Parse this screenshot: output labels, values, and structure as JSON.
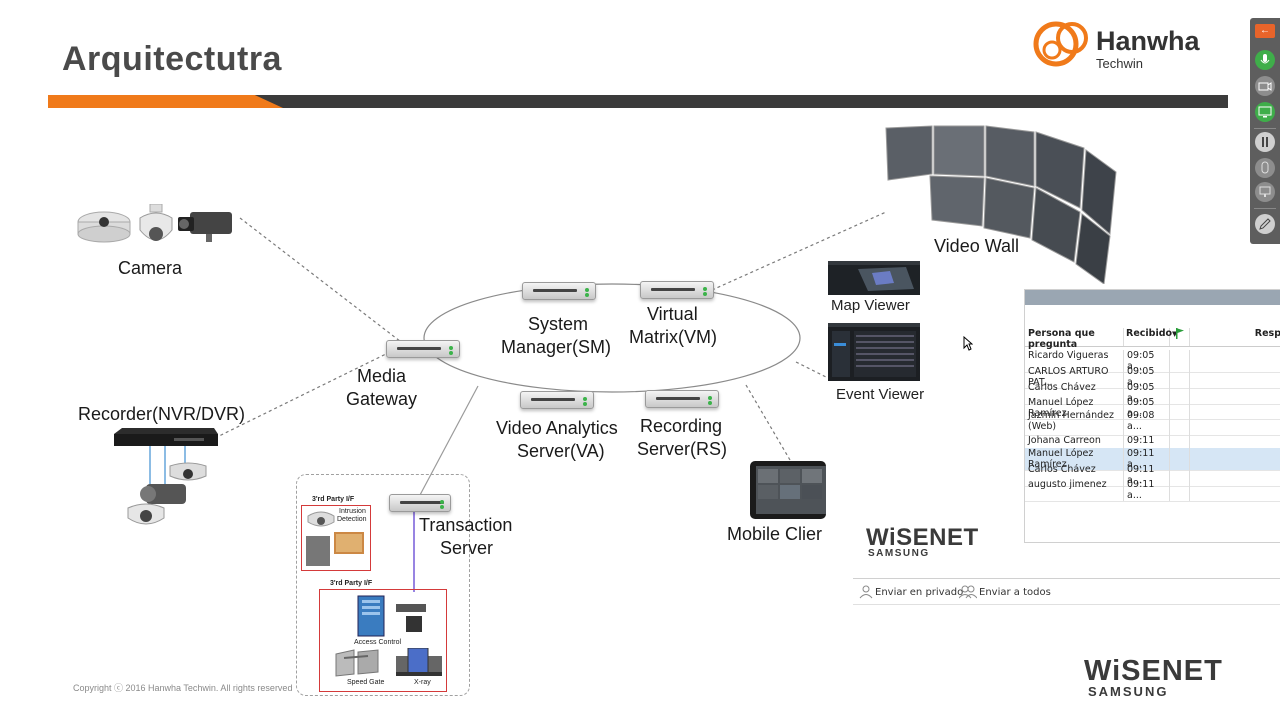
{
  "slide": {
    "title": "Arquitectutra",
    "copyright": "Copyright ⓒ 2016 Hanwha Techwin. All rights reserved",
    "brand": {
      "name": "Hanwha",
      "sub": "Techwin",
      "color_orange": "#f07a1a",
      "color_dark": "#3b3b3b"
    }
  },
  "diagram": {
    "camera": "Camera",
    "recorder": "Recorder(NVR/DVR)",
    "media_gateway": [
      "Media",
      "Gateway"
    ],
    "system_manager": [
      "System",
      "Manager(SM)"
    ],
    "virtual_matrix": [
      "Virtual",
      "Matrix(VM)"
    ],
    "video_analytics": [
      "Video Analytics",
      "Server(VA)"
    ],
    "recording_server": [
      "Recording",
      "Server(RS)"
    ],
    "transaction_server": [
      "Transaction",
      "Server"
    ],
    "video_wall": "Video Wall",
    "map_viewer": "Map Viewer",
    "event_viewer": "Event Viewer",
    "mobile_client": "Mobile Clier",
    "third_party_1": "3'rd Party I/F",
    "intrusion": [
      "Intrusion",
      "Detection"
    ],
    "third_party_2": "3'rd Party I/F",
    "access_control": "Access Control",
    "speed_gate": "Speed Gate",
    "xray": "X-ray"
  },
  "wisenet": {
    "word": "WiSENET",
    "sub": "SAMSUNG"
  },
  "qa_panel": {
    "headers": [
      "Persona que pregunta",
      "Recibido",
      "Resp"
    ],
    "rows": [
      {
        "name": "Ricardo Vigueras",
        "time": "09:05 a..."
      },
      {
        "name": "CARLOS ARTURO PAT...",
        "time": "09:05 a..."
      },
      {
        "name": "Carlos Chávez",
        "time": "09:05 a..."
      },
      {
        "name": "Manuel López Ramírez",
        "time": "09:05 a..."
      },
      {
        "name": "Jazmín Hernández (Web)",
        "time": "09:08 a..."
      },
      {
        "name": "Johana Carreon",
        "time": "09:11 a..."
      },
      {
        "name": "Manuel López Ramírez",
        "time": "09:11 a...",
        "selected": true
      },
      {
        "name": "Carlos Chávez",
        "time": "09:11 a..."
      },
      {
        "name": "augusto jimenez",
        "time": "09:11 a..."
      }
    ],
    "send_private": "Enviar en privado",
    "send_all": "Enviar a todos"
  },
  "toolbar": {
    "icons": [
      "back-arrow-icon",
      "microphone-icon",
      "camera-icon",
      "screen-share-icon",
      "pause-icon",
      "mouse-icon",
      "monitor-icon",
      "pen-icon"
    ]
  }
}
